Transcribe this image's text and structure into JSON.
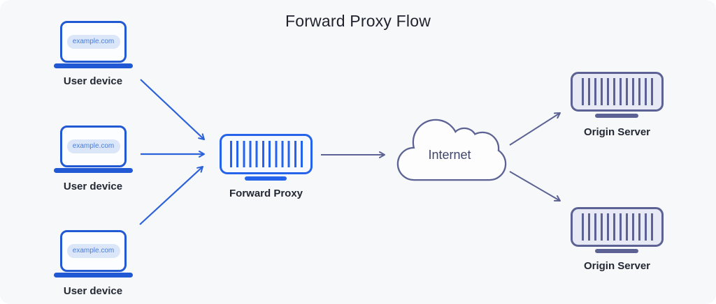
{
  "title": "Forward Proxy Flow",
  "nodes": {
    "user_devices": [
      {
        "label": "User device",
        "screen_text": "example.com"
      },
      {
        "label": "User device",
        "screen_text": "example.com"
      },
      {
        "label": "User device",
        "screen_text": "example.com"
      }
    ],
    "forward_proxy": {
      "label": "Forward Proxy"
    },
    "internet": {
      "label": "Internet"
    },
    "origin_servers": [
      {
        "label": "Origin Server"
      },
      {
        "label": "Origin Server"
      }
    ]
  },
  "colors": {
    "background": "#f7f8fa",
    "client_blue": "#2159d4",
    "arrow_blue": "#2b62d9",
    "proxy_blue": "#2563eb",
    "slate": "#5c6394",
    "slate_fill": "#e7eaf5",
    "pill_bg": "#dbe6f9",
    "pill_text": "#4a7ed8",
    "label_text": "#232833",
    "title_text": "#20242e"
  }
}
